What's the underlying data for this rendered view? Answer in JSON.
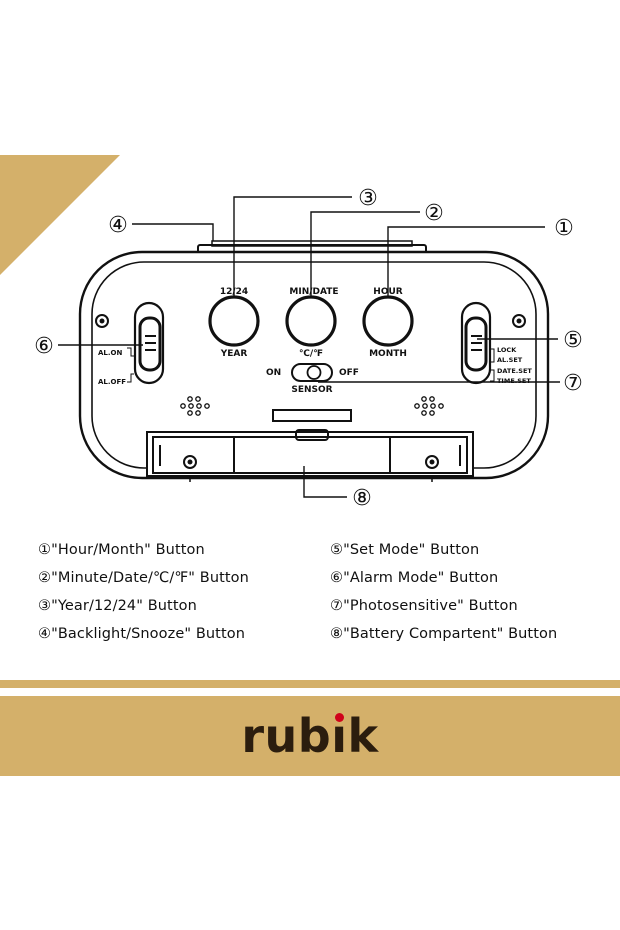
{
  "labels": {
    "btn_1224": "12/24",
    "btn_year": "YEAR",
    "btn_min_date": "MIN/DATE",
    "btn_temp": "℃/℉",
    "btn_hour": "HOUR",
    "btn_month": "MONTH",
    "al_on": "AL.ON",
    "al_off": "AL.OFF",
    "lock": "LOCK",
    "al_set": "AL.SET",
    "date_set": "DATE.SET",
    "time_set": "TIME.SET",
    "sensor_on": "ON",
    "sensor_off": "OFF",
    "sensor": "SENSOR"
  },
  "callouts": [
    "①",
    "②",
    "③",
    "④",
    "⑤",
    "⑥",
    "⑦",
    "⑧"
  ],
  "legend": [
    "①\"Hour/Month\" Button",
    "②\"Minute/Date/℃/℉\" Button",
    "③\"Year/12/24\" Button",
    "④\"Backlight/Snooze\" Button",
    "⑤\"Set Mode\" Button",
    "⑥\"Alarm Mode\" Button",
    "⑦\"Photosensitive\" Button",
    "⑧\"Battery Compartent\" Button"
  ],
  "brand": {
    "text_before": "rub",
    "dotless": "ı",
    "text_after": "k",
    "dot_color": "#d0021b"
  },
  "colors": {
    "gold": "#d4b06a",
    "brand_text": "#2b1d0e"
  }
}
